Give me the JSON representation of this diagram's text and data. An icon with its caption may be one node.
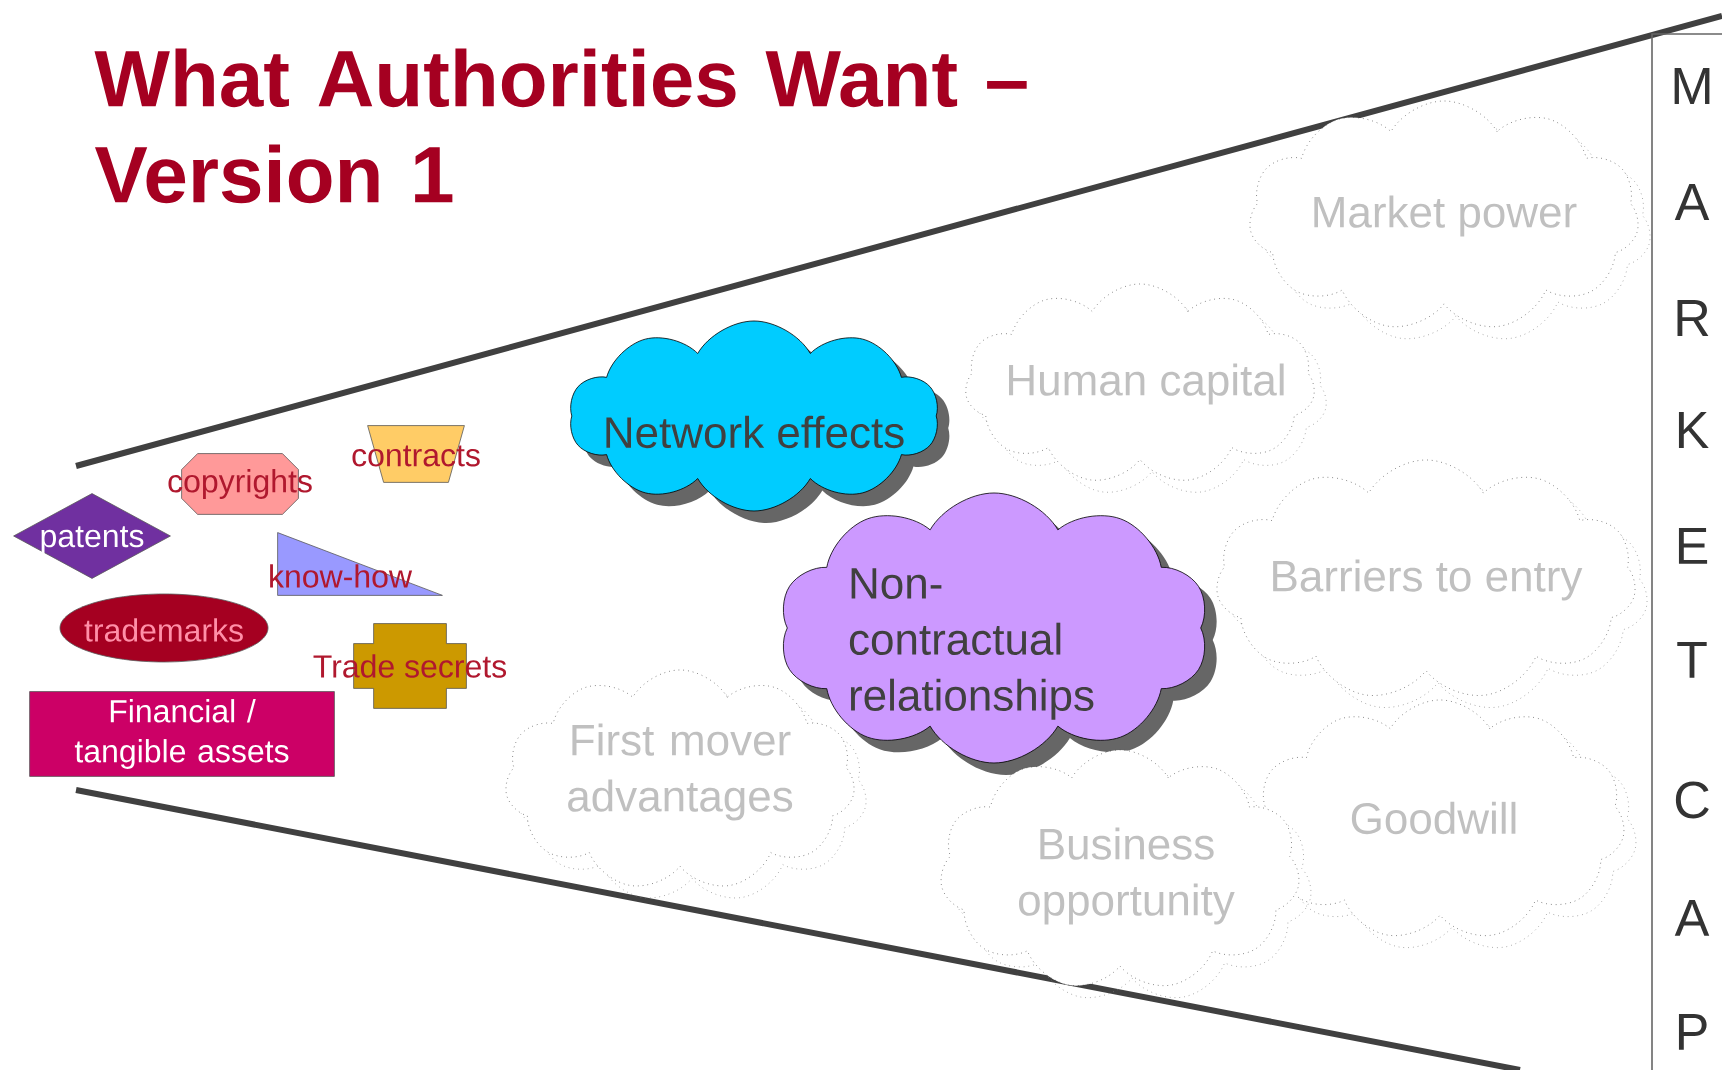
{
  "diagram": {
    "title": "What Authorities Want – Version 1",
    "nodes": [
      {
        "text": [
          "Market power"
        ]
      },
      {
        "text": [
          "contracts"
        ]
      },
      {
        "text": [
          "copyrights"
        ]
      },
      {
        "text": [
          "Network effects"
        ]
      },
      {
        "text": [
          "Human capital"
        ]
      },
      {
        "text": [
          "patents"
        ]
      },
      {
        "text": [
          "know-how"
        ]
      },
      {
        "text": [
          "Barriers to entry"
        ]
      },
      {
        "text": [
          "trademarks"
        ]
      },
      {
        "text": [
          "Non-contractual relationships"
        ]
      },
      {
        "text": [
          "Trade secrets"
        ]
      },
      {
        "text": [
          "Financial / tangible assets"
        ]
      },
      {
        "text": [
          "First mover advantages"
        ]
      },
      {
        "text": [
          "Goodwill"
        ]
      },
      {
        "text": [
          "Business opportunity"
        ]
      }
    ],
    "labels": [
      "M",
      "A",
      "R",
      "K",
      "E",
      "T",
      "C",
      "A",
      "P"
    ]
  }
}
